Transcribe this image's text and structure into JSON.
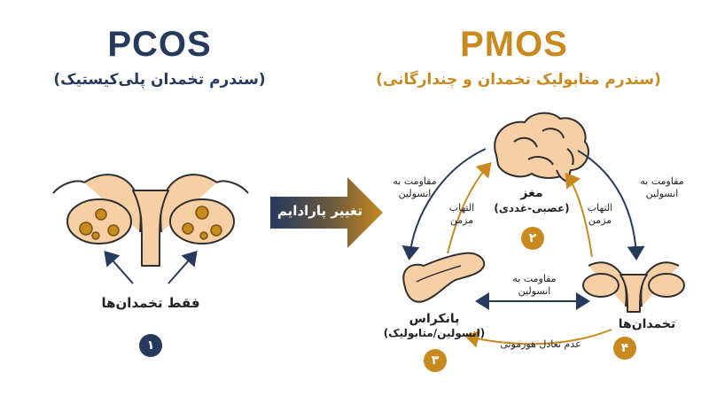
{
  "left": {
    "title": "PCOS",
    "subtitle": "(سندرم تخمدان پلی‌کیستیک)",
    "label": "فقط تخمدان‌ها",
    "badge": "۱"
  },
  "arrow": {
    "label": "تغییر پارادایم"
  },
  "right": {
    "title": "PMOS",
    "subtitle": "(سندرم متابولیک تخمدان و چندارگانی)",
    "brain": {
      "label": "مغز",
      "sub": "(عصبی-غددی)",
      "badge": "۲"
    },
    "pancreas": {
      "label": "پانکراس",
      "sub": "(انسولین/متابولیک)",
      "badge": "۳"
    },
    "ovaries": {
      "label": "تخمدان‌ها",
      "badge": "۴"
    },
    "edges": {
      "left_outer_1": "مقاومت به",
      "left_outer_2": "انسولین",
      "left_inner_1": "التهاب",
      "left_inner_2": "مزمن",
      "right_outer_1": "مقاومت به",
      "right_outer_2": "انسولین",
      "right_inner_1": "التهاب",
      "right_inner_2": "مزمن",
      "bottom_top_1": "مقاومت به",
      "bottom_top_2": "انسولین",
      "bottom_below": "عدم تعادل هورمونی"
    }
  },
  "colors": {
    "navy": "#263a5e",
    "gold": "#c8891f",
    "peach": "#f6cfa4",
    "outline": "#2f2f2f"
  }
}
